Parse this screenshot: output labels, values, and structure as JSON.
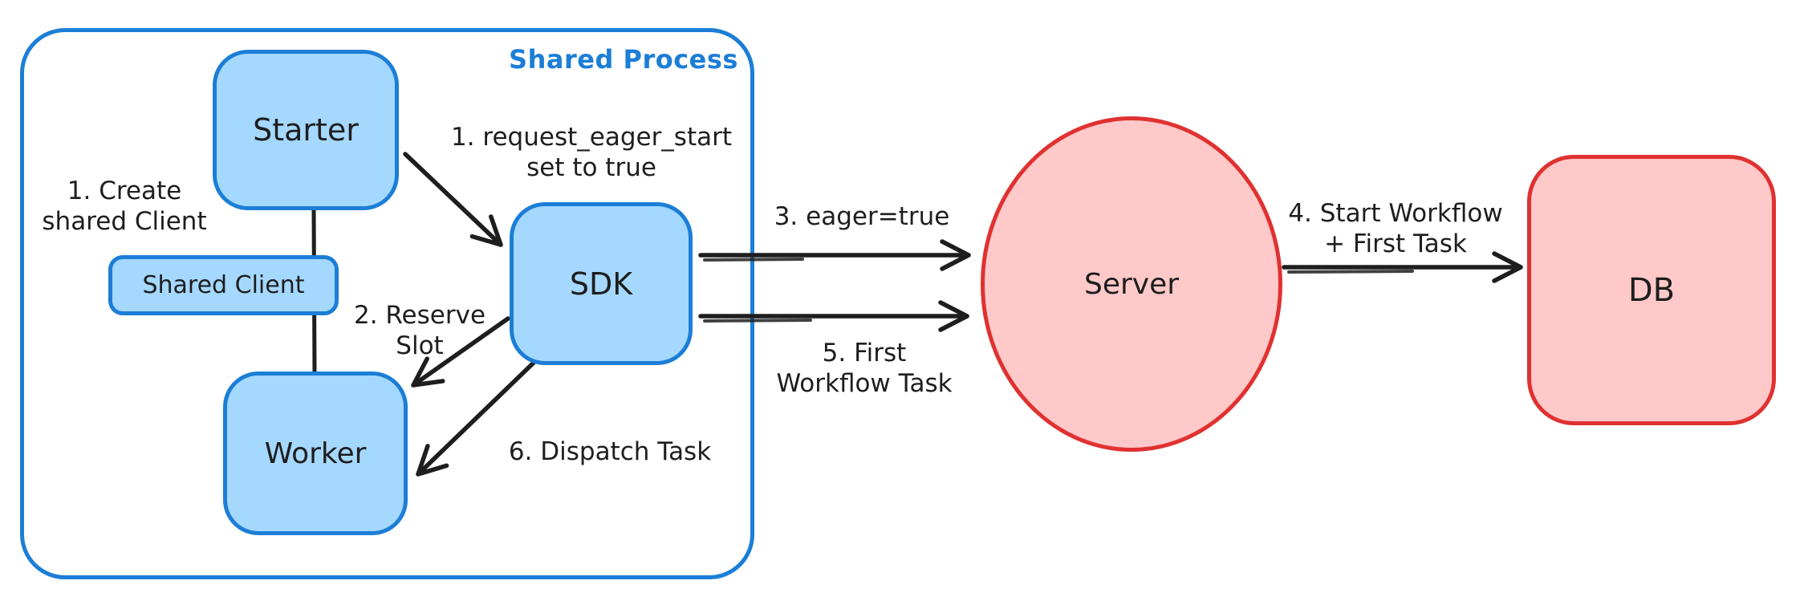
{
  "diagram": {
    "group_label": "Shared Process",
    "nodes": {
      "starter": {
        "label": "Starter"
      },
      "shared_client": {
        "label": "Shared Client"
      },
      "worker": {
        "label": "Worker"
      },
      "sdk": {
        "label": "SDK"
      },
      "server": {
        "label": "Server"
      },
      "db": {
        "label": "DB"
      }
    },
    "annotations": {
      "create_shared_client": {
        "line1": "1. Create",
        "line2": "shared Client"
      },
      "request_eager_start": {
        "line1": "1. request_eager_start",
        "line2": "set to true"
      },
      "reserve_slot": {
        "line1": "2. Reserve",
        "line2": "Slot"
      },
      "dispatch_task": {
        "text": "6. Dispatch Task"
      },
      "eager_true": {
        "text": "3. eager=true"
      },
      "first_workflow_task": {
        "line1": "5. First",
        "line2": "Workflow Task"
      },
      "start_workflow": {
        "line1": "4. Start Workflow",
        "line2": "+ First Task"
      }
    },
    "colors": {
      "blue_stroke": "#1c7ed6",
      "blue_fill": "#a5d8ff",
      "red_stroke": "#e03131",
      "red_fill": "#ffc9c9",
      "text": "#1e1e1e",
      "background": "#ffffff"
    }
  }
}
